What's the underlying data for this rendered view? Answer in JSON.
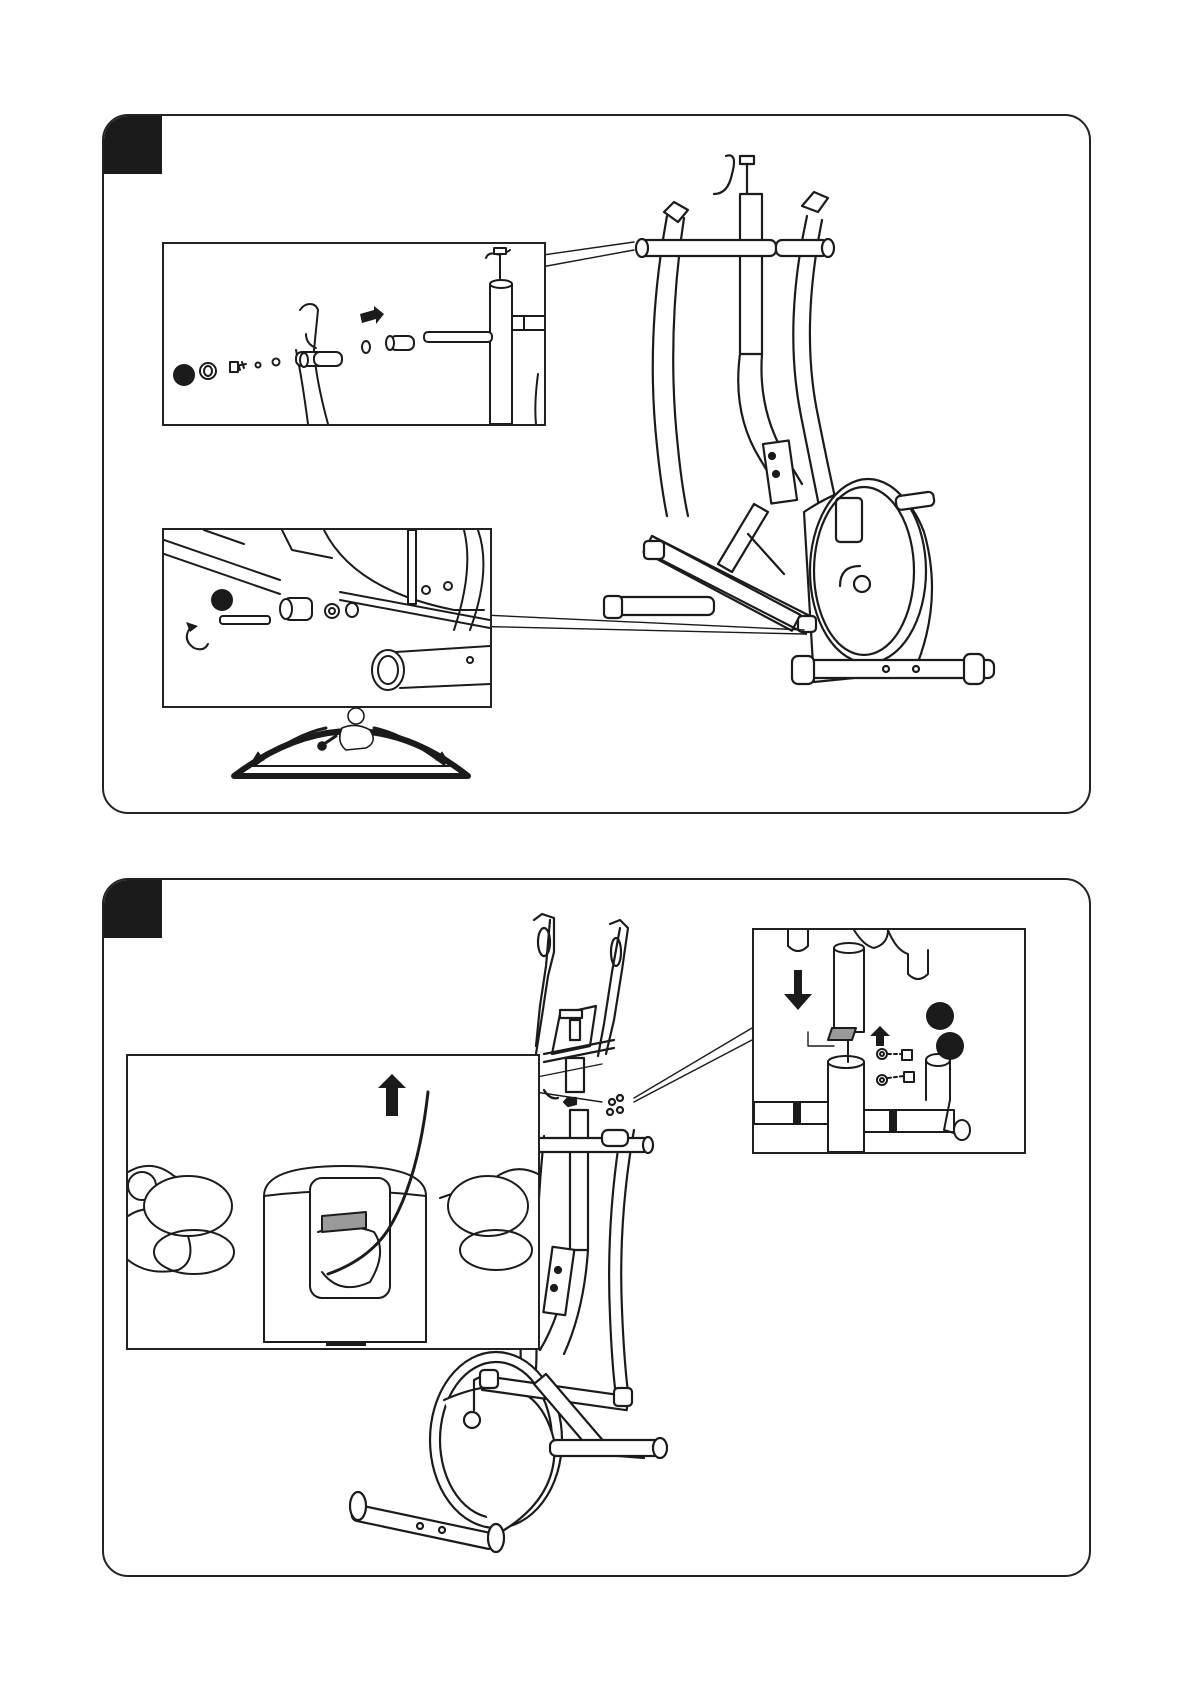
{
  "page": {
    "background": "#ffffff",
    "line_color": "#1b1b1b"
  },
  "steps": [
    {
      "id": "step-1",
      "insets": [
        "rear-pivot-detail",
        "front-pivot-detail",
        "torque-direction-callout"
      ],
      "part_markers": 2
    },
    {
      "id": "step-2",
      "insets": [
        "cable-routing-detail",
        "console-mast-bolt-detail"
      ],
      "part_markers": 2
    }
  ],
  "icons": [
    "arrow-right-icon",
    "arrow-up-icon",
    "arrow-down-icon",
    "rotate-counterclockwise-icon",
    "wrench-icon",
    "curved-double-arrow-icon"
  ]
}
